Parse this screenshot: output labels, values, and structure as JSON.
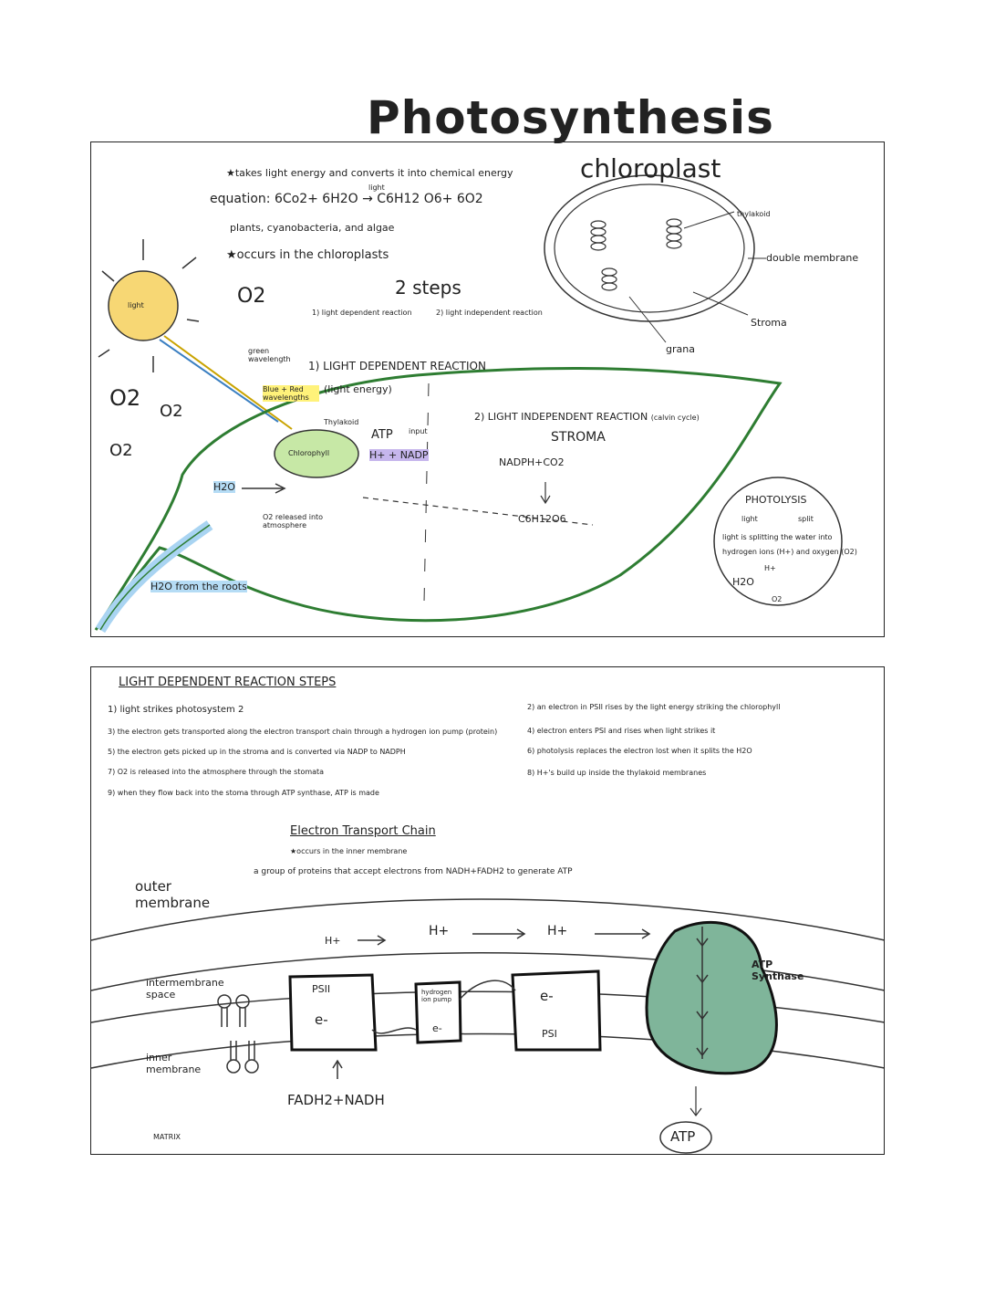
{
  "title": "Photosynthesis",
  "top": {
    "line1": "★takes light energy and converts it into chemical energy",
    "equation_label": "equation:",
    "equation": "6Co2+ 6H2O → C6H12 O6+ 6O2",
    "equation_light": "light",
    "organisms": "plants, cyanobacteria, and algae",
    "location": "★occurs in the chloroplasts",
    "o2": "O2",
    "two_steps": "2 steps",
    "step1": "1) light dependent reaction",
    "step2": "2) light independent reaction",
    "chloroplast": "chloroplast",
    "thylakoid": "thylakoid",
    "double_membrane": "double membrane",
    "stroma": "Stroma",
    "grana": "grana",
    "light": "light",
    "o2_a": "O2",
    "o2_b": "O2",
    "o2_c": "O2",
    "green_wavelength": "green wavelength",
    "blue_red": "Blue + Red wavelengths",
    "light_dep_title": "1) LIGHT DEPENDENT REACTION",
    "light_energy": "(light energy)",
    "thylakoid_leaf": "Thylakoid",
    "atp": "ATP",
    "input": "input",
    "h_nadp": "H+ + NADP",
    "chlorophyll": "Chlorophyll",
    "h2o_arrow": "H2O",
    "o2_released": "O2 released into atmosphere",
    "h2o_roots": "H2O from the roots",
    "light_indep_title": "2) LIGHT INDEPENDENT REACTION",
    "calvin": "(calvin cycle)",
    "stroma_leaf": "STROMA",
    "nadph_co2": "NADPH+CO2",
    "glucose": "C6H12O6",
    "photolysis": "PHOTOLYSIS",
    "photolysis_light": "light",
    "photolysis_split": "split",
    "photolysis_desc1": "light is splitting the water into",
    "photolysis_desc2": "hydrogen ions (H+) and oxygen (O2)",
    "photolysis_h2o": "H2O",
    "photolysis_h": "H+",
    "photolysis_o2": "O2"
  },
  "bottom": {
    "heading": "LIGHT DEPENDENT REACTION STEPS",
    "steps_left": [
      "1) light strikes photosystem 2",
      "3) the electron gets transported along the electron transport chain through a hydrogen ion pump (protein)",
      "5) the electron gets picked up in the stroma and is converted via NADP to NADPH",
      "7) O2 is released into the atmosphere through the stomata",
      "9) when they flow back into the stoma through ATP synthase, ATP is made"
    ],
    "steps_right": [
      "2) an electron in PSII rises by the light energy striking the chlorophyll",
      "4) electron enters PSI and rises when light strikes it",
      "6) photolysis replaces the electron lost when it splits the H2O",
      "8) H+'s build up inside the thylakoid membranes"
    ],
    "etc_title": "Electron Transport Chain",
    "etc_sub": "★occurs in the inner membrane",
    "etc_desc": "a group of proteins that accept electrons from NADH+FADH2 to generate ATP",
    "outer_membrane": "outer membrane",
    "intermembrane": "intermembrane space",
    "inner_membrane": "inner membrane",
    "matrix": "MATRIX",
    "h_plus_1": "H+",
    "h_plus_2": "H+",
    "h_plus_3": "H+",
    "psii": "PSII",
    "e1": "e-",
    "pump": "hydrogen ion pump",
    "e2": "e-",
    "e3": "e-",
    "psi": "PSI",
    "atp_synthase": "ATP Synthase",
    "fadh_nadh": "FADH2+NADH",
    "atp_out": "ATP"
  },
  "colors": {
    "leaf": "#2e7d32",
    "sun": "#f7d774",
    "chlorophyll": "#c7e8a6",
    "water": "#a9d4f2",
    "synthase": "#7fb59a",
    "pink": "#f5a3d8"
  }
}
